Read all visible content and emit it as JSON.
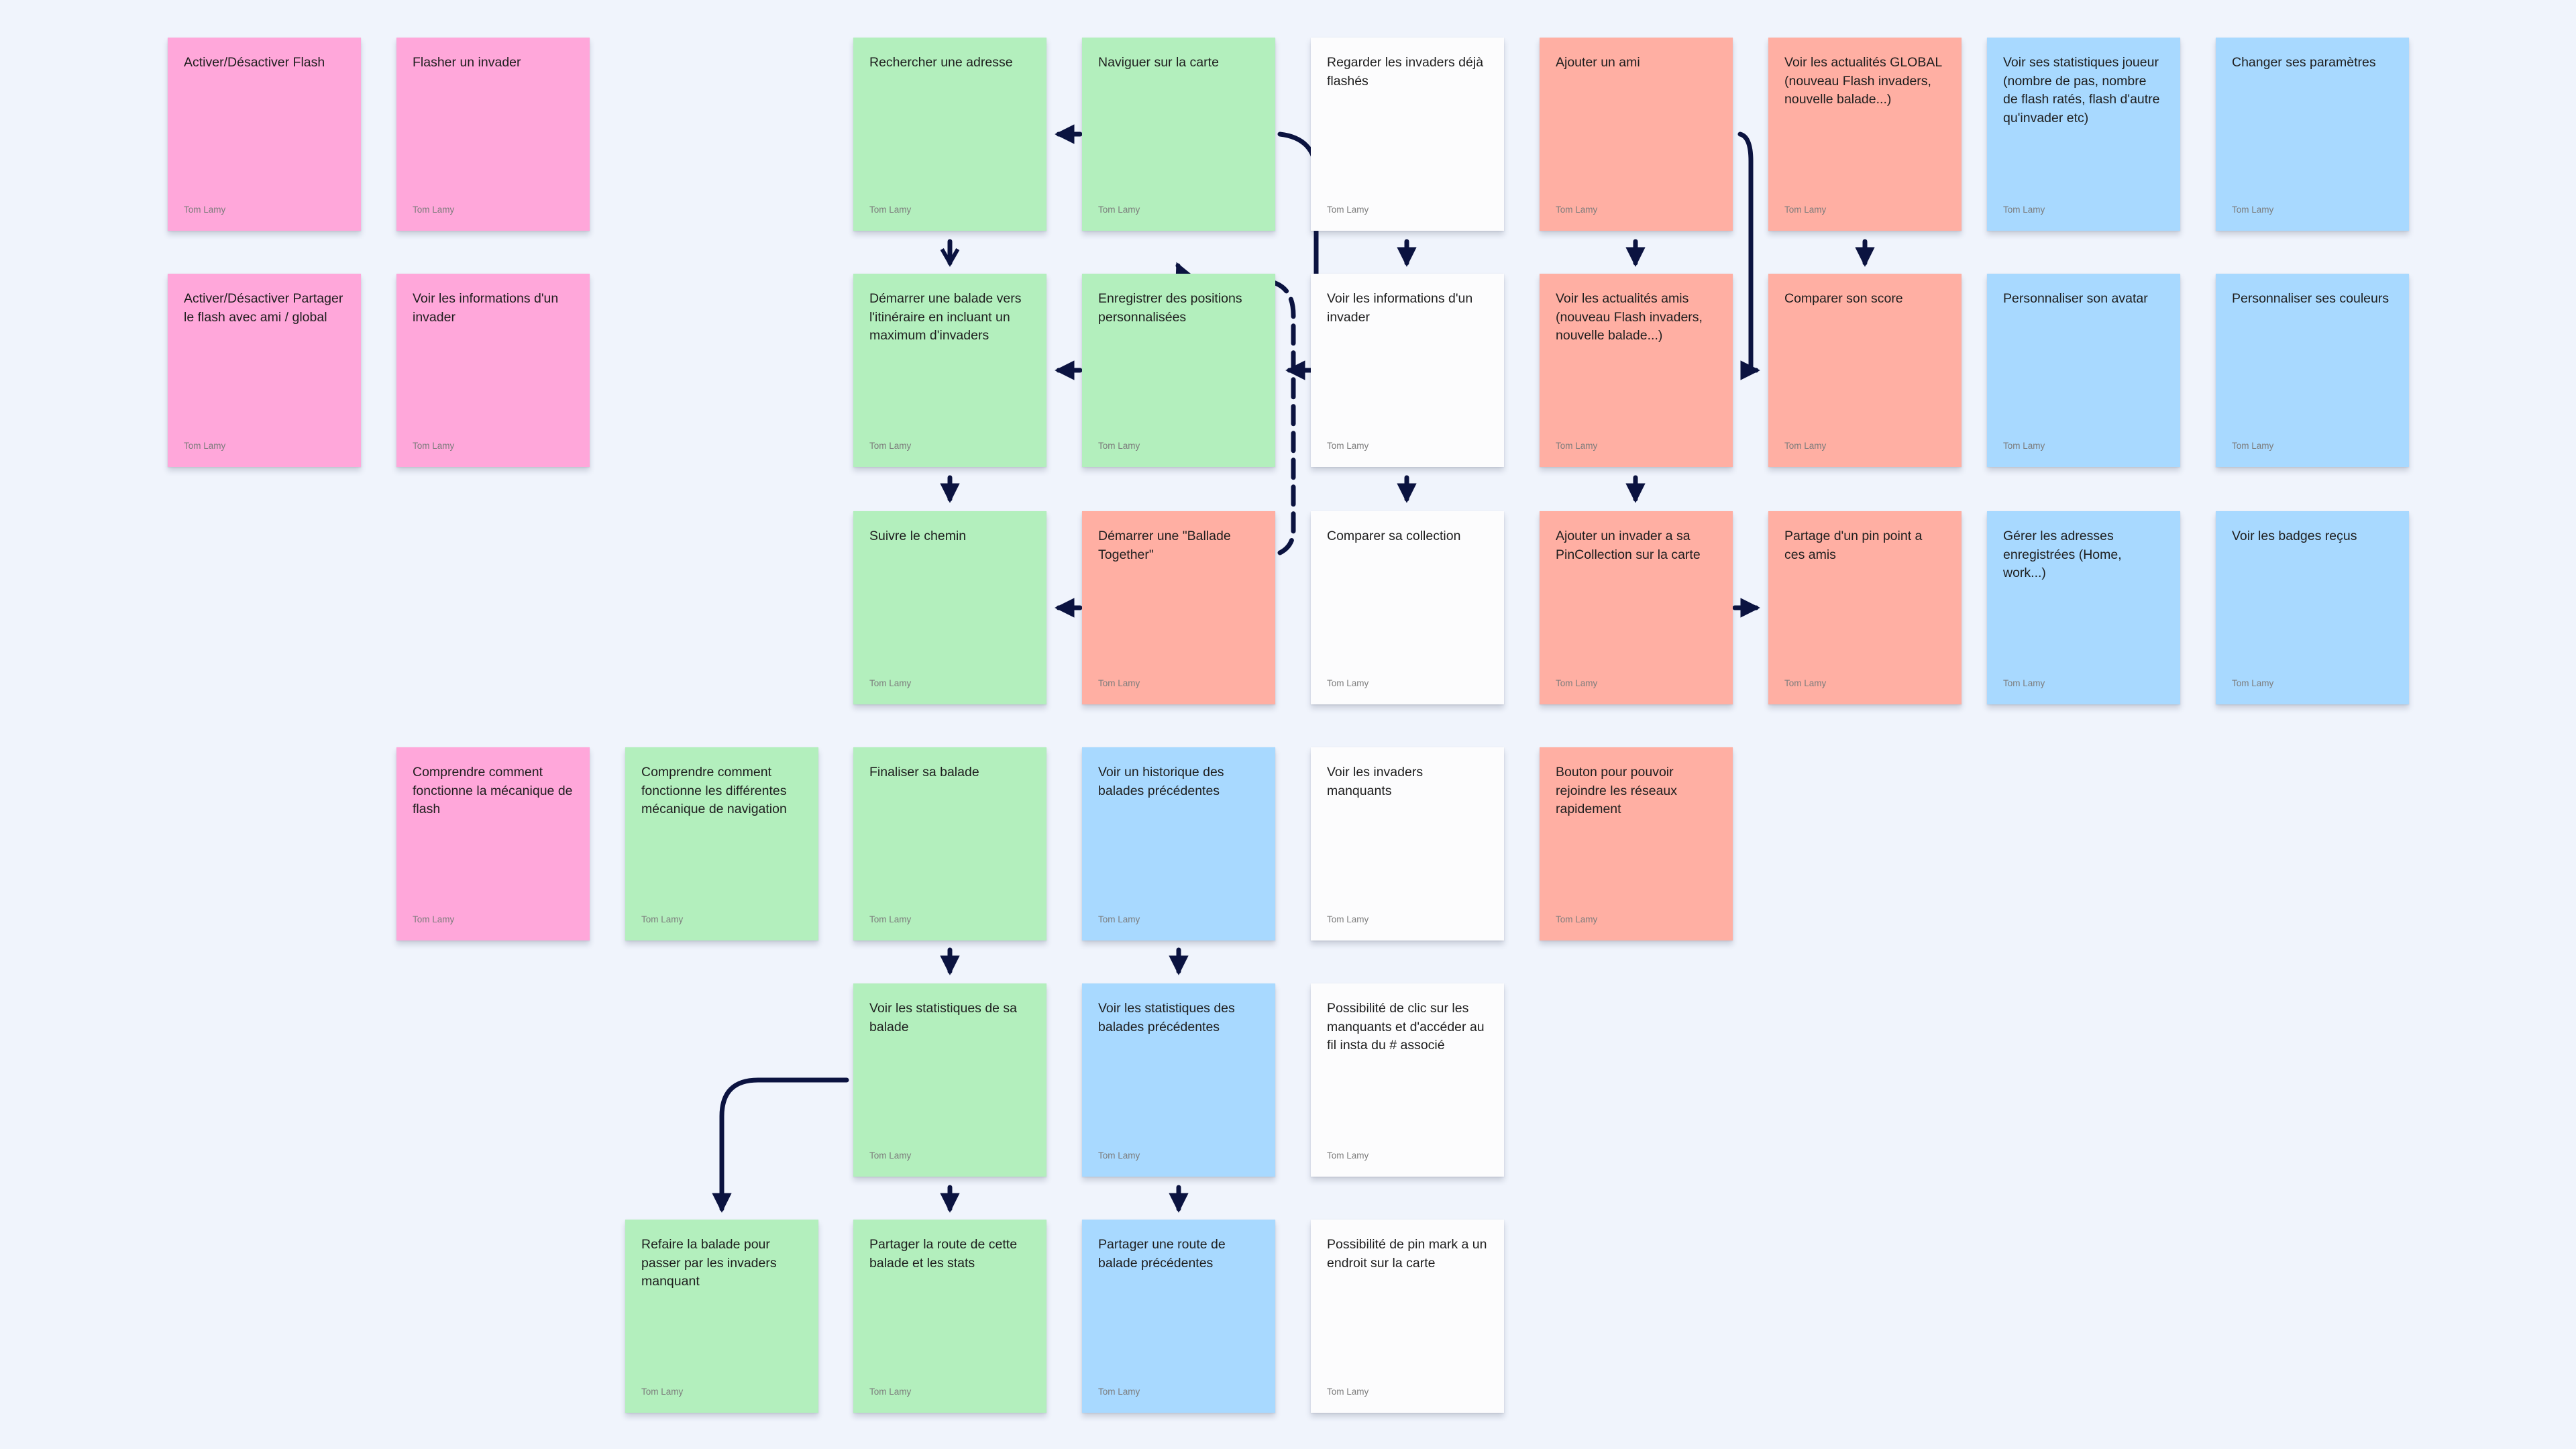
{
  "author": "Tom Lamy",
  "colors": {
    "background": "#f0f4fc",
    "pink": "#ffa7da",
    "green": "#b3efbd",
    "white": "#fcfcfd",
    "salmon": "#ffafa3",
    "blue": "#a8d9ff",
    "connector": "#0b1340"
  },
  "notes": {
    "activer_flash": "Activer/Désactiver Flash",
    "flasher_invader": "Flasher un invader",
    "activer_partage": "Activer/Désactiver Partager le flash avec ami / global",
    "voir_infos_invader_pink": "Voir les informations d'un invader",
    "rechercher_adresse": "Rechercher une adresse",
    "naviguer_carte": "Naviguer sur la carte",
    "regarder_flashes": "Regarder les invaders déjà flashés",
    "ajouter_ami": "Ajouter un ami",
    "actualites_global": "Voir les actualités GLOBAL (nouveau Flash invaders, nouvelle balade...)",
    "stats_joueur": "Voir ses statistiques joueur (nombre de pas, nombre de flash ratés, flash d'autre qu'invader etc)",
    "changer_parametres": "Changer ses paramètres",
    "demarrer_balade": "Démarrer une balade vers l'itinéraire en incluant un maximum d'invaders",
    "enregistrer_positions": "Enregistrer des positions personnalisées",
    "voir_infos_invader": "Voir les informations d'un invader",
    "actualites_amis": "Voir les actualités amis (nouveau Flash invaders, nouvelle balade...)",
    "comparer_score": "Comparer son score",
    "personnaliser_avatar": "Personnaliser son avatar",
    "personnaliser_couleurs": "Personnaliser ses couleurs",
    "suivre_chemin": "Suivre le chemin",
    "ballade_together": "Démarrer une \"Ballade Together\"",
    "comparer_collection": "Comparer sa collection",
    "ajouter_pincollection": "Ajouter un invader a sa PinCollection sur la carte",
    "partage_pin": "Partage d'un pin point a ces amis",
    "gerer_adresses": "Gérer les adresses enregistrées (Home, work...)",
    "badges_recus": "Voir les badges reçus",
    "comprendre_flash": "Comprendre comment fonctionne la mécanique de flash",
    "comprendre_navigation": "Comprendre comment fonctionne les différentes mécanique de navigation",
    "finaliser_balade": "Finaliser sa balade",
    "historique_balades": "Voir un historique des balades précédentes",
    "invaders_manquants": "Voir les invaders manquants",
    "bouton_reseaux": "Bouton pour pouvoir rejoindre les réseaux rapidement",
    "stats_balade": "Voir les statistiques de sa balade",
    "stats_balades_prec": "Voir les statistiques des balades précédentes",
    "clic_manquants": "Possibilité de clic sur les manquants et d'accéder au fil insta du # associé",
    "refaire_balade": "Refaire la balade pour passer par les invaders manquant",
    "partager_route": "Partager la route de cette balade et les stats",
    "partager_route_prec": "Partager une route de balade précédentes",
    "pin_mark": "Possibilité de pin mark a un endroit sur la carte"
  }
}
